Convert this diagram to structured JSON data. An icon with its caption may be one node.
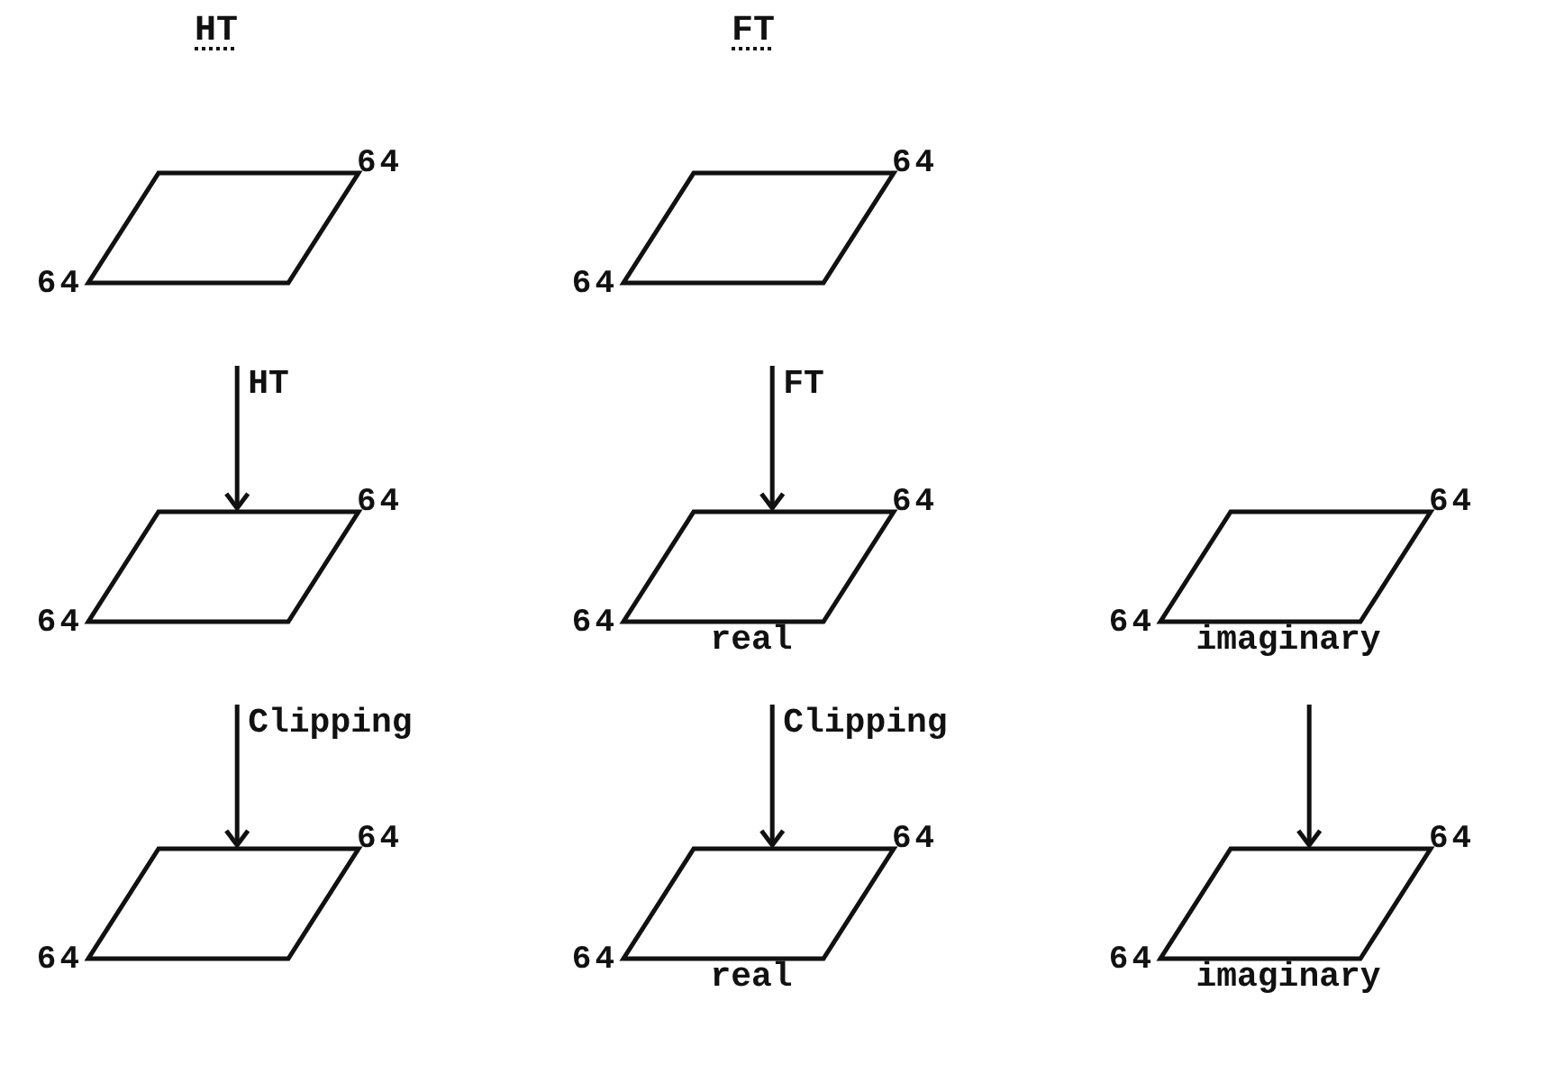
{
  "diagram": {
    "nodes": [
      {
        "text": [],
        "shape": "parallelogram",
        "beside": [
          "64",
          "64"
        ]
      },
      {
        "text": [],
        "shape": "parallelogram",
        "beside": [
          "64",
          "64"
        ]
      },
      {
        "text": [],
        "shape": "parallelogram",
        "beside": [
          "64",
          "64"
        ]
      },
      {
        "text": [],
        "shape": "parallelogram",
        "beside": [
          "64",
          "64",
          "real"
        ]
      },
      {
        "text": [],
        "shape": "parallelogram",
        "beside": [
          "64",
          "64",
          "imaginary"
        ]
      },
      {
        "text": [],
        "shape": "parallelogram",
        "beside": [
          "64",
          "64"
        ]
      },
      {
        "text": [],
        "shape": "parallelogram",
        "beside": [
          "64",
          "64",
          "real"
        ]
      },
      {
        "text": [],
        "shape": "parallelogram",
        "beside": [
          "64",
          "64",
          "imaginary"
        ]
      }
    ],
    "edges": [
      {
        "from": 0,
        "to": 2,
        "arrow": "to",
        "label": "HT"
      },
      {
        "from": 1,
        "to": 3,
        "arrow": "to",
        "label": "FT"
      },
      {
        "from": 2,
        "to": 5,
        "arrow": "to",
        "label": "Clipping"
      },
      {
        "from": 3,
        "to": 6,
        "arrow": "to",
        "label": "Clipping"
      },
      {
        "from": 4,
        "to": 7,
        "arrow": "to"
      }
    ],
    "labels": [
      "HT",
      "FT"
    ]
  }
}
